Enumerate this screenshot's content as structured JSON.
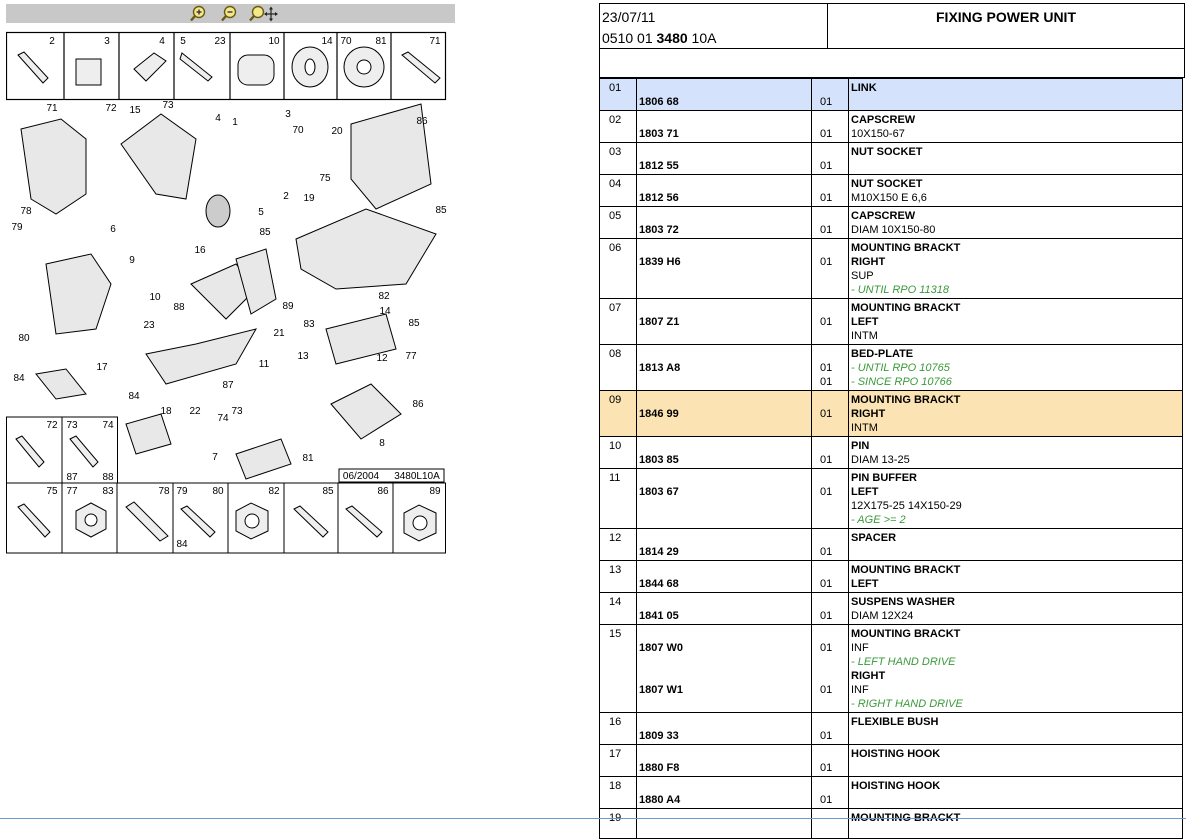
{
  "toolbar": {
    "icons": [
      "zoom-in-icon",
      "zoom-out-icon",
      "zoom-pan-icon"
    ]
  },
  "diagram": {
    "top_row": [
      "2",
      "3",
      "4",
      "5",
      "23",
      "10",
      "14",
      "70",
      "81",
      "71"
    ],
    "callouts": [
      "71",
      "72",
      "15",
      "73",
      "4",
      "1",
      "3",
      "70",
      "86",
      "20",
      "2",
      "5",
      "16",
      "9",
      "78",
      "79",
      "6",
      "75",
      "19",
      "85",
      "85",
      "10",
      "80",
      "23",
      "88",
      "89",
      "21",
      "82",
      "83",
      "14",
      "85",
      "12",
      "84",
      "17",
      "13",
      "77",
      "22",
      "18",
      "87",
      "11",
      "86",
      "74",
      "73",
      "7",
      "81",
      "8",
      "84"
    ],
    "drawing_ref_date": "06/2004",
    "drawing_ref_code": "3480L10A",
    "mid_left_box": [
      "72",
      "73",
      "74",
      "87",
      "88"
    ],
    "bottom_row": [
      "75",
      "77",
      "83",
      "78",
      "79",
      "80",
      "84",
      "82",
      "85",
      "86",
      "89"
    ]
  },
  "header": {
    "date": "23/07/11",
    "code_prefix": "0510 01 ",
    "code_bold": "3480",
    "code_suffix": " 10A",
    "title": "FIXING POWER UNIT"
  },
  "parts": [
    {
      "num": "01",
      "ref": [
        "",
        "1806 68"
      ],
      "qty": [
        "",
        "01"
      ],
      "desc": [
        {
          "t": "LINK",
          "s": "b"
        }
      ],
      "hl": "blue"
    },
    {
      "num": "02",
      "ref": [
        "",
        "1803 71"
      ],
      "qty": [
        "",
        "01"
      ],
      "desc": [
        {
          "t": "CAPSCREW",
          "s": "b"
        },
        {
          "t": "10X150-67",
          "s": ""
        }
      ]
    },
    {
      "num": "03",
      "ref": [
        "",
        "1812 55"
      ],
      "qty": [
        "",
        "01"
      ],
      "desc": [
        {
          "t": "NUT SOCKET",
          "s": "b"
        }
      ]
    },
    {
      "num": "04",
      "ref": [
        "",
        "1812 56"
      ],
      "qty": [
        "",
        "01"
      ],
      "desc": [
        {
          "t": "NUT SOCKET",
          "s": "b"
        },
        {
          "t": "M10X150 E 6,6",
          "s": ""
        }
      ]
    },
    {
      "num": "05",
      "ref": [
        "",
        "1803 72"
      ],
      "qty": [
        "",
        "01"
      ],
      "desc": [
        {
          "t": "CAPSCREW",
          "s": "b"
        },
        {
          "t": "DIAM 10X150-80",
          "s": ""
        }
      ]
    },
    {
      "num": "06",
      "ref": [
        "",
        "1839 H6"
      ],
      "qty": [
        "",
        "01"
      ],
      "desc": [
        {
          "t": "MOUNTING BRACKT",
          "s": "b"
        },
        {
          "t": "RIGHT",
          "s": "b"
        },
        {
          "t": "SUP",
          "s": ""
        },
        {
          "t": "- UNTIL RPO 11318",
          "s": "g"
        }
      ]
    },
    {
      "num": "07",
      "ref": [
        "",
        "1807 Z1"
      ],
      "qty": [
        "",
        "01"
      ],
      "desc": [
        {
          "t": "MOUNTING BRACKT",
          "s": "b"
        },
        {
          "t": "LEFT",
          "s": "b"
        },
        {
          "t": "INTM",
          "s": ""
        }
      ]
    },
    {
      "num": "08",
      "ref": [
        "",
        "1813 A8"
      ],
      "qty": [
        "",
        "01",
        "01"
      ],
      "desc": [
        {
          "t": "BED-PLATE",
          "s": "b"
        },
        {
          "t": "- UNTIL RPO 10765",
          "s": "g"
        },
        {
          "t": "- SINCE RPO 10766",
          "s": "g"
        }
      ]
    },
    {
      "num": "09",
      "ref": [
        "",
        "1846 99"
      ],
      "qty": [
        "",
        "01"
      ],
      "desc": [
        {
          "t": "MOUNTING BRACKT",
          "s": "b"
        },
        {
          "t": "RIGHT",
          "s": "b"
        },
        {
          "t": "INTM",
          "s": ""
        }
      ],
      "hl": "orange"
    },
    {
      "num": "10",
      "ref": [
        "",
        "1803 85"
      ],
      "qty": [
        "",
        "01"
      ],
      "desc": [
        {
          "t": "PIN",
          "s": "b"
        },
        {
          "t": "DIAM 13-25",
          "s": ""
        }
      ]
    },
    {
      "num": "11",
      "ref": [
        "",
        "1803 67"
      ],
      "qty": [
        "",
        "01"
      ],
      "desc": [
        {
          "t": "PIN BUFFER",
          "s": "b"
        },
        {
          "t": "LEFT",
          "s": "b"
        },
        {
          "t": "12X175-25 14X150-29",
          "s": ""
        },
        {
          "t": "- AGE >= 2",
          "s": "g"
        }
      ]
    },
    {
      "num": "12",
      "ref": [
        "",
        "1814 29"
      ],
      "qty": [
        "",
        "01"
      ],
      "desc": [
        {
          "t": "SPACER",
          "s": "b"
        }
      ]
    },
    {
      "num": "13",
      "ref": [
        "",
        "1844 68"
      ],
      "qty": [
        "",
        "01"
      ],
      "desc": [
        {
          "t": "MOUNTING BRACKT",
          "s": "b"
        },
        {
          "t": "LEFT",
          "s": "b"
        }
      ]
    },
    {
      "num": "14",
      "ref": [
        "",
        "1841 05"
      ],
      "qty": [
        "",
        "01"
      ],
      "desc": [
        {
          "t": "SUSPENS WASHER",
          "s": "b"
        },
        {
          "t": "DIAM 12X24",
          "s": ""
        }
      ]
    },
    {
      "num": "15",
      "ref": [
        "",
        "1807 W0",
        "",
        "",
        "1807 W1"
      ],
      "qty": [
        "",
        "01",
        "",
        "",
        "01"
      ],
      "desc": [
        {
          "t": "MOUNTING BRACKT",
          "s": "b"
        },
        {
          "t": "INF",
          "s": ""
        },
        {
          "t": "- LEFT HAND DRIVE",
          "s": "g"
        },
        {
          "t": "RIGHT",
          "s": "b"
        },
        {
          "t": "INF",
          "s": ""
        },
        {
          "t": "- RIGHT HAND DRIVE",
          "s": "g"
        }
      ]
    },
    {
      "num": "16",
      "ref": [
        "",
        "1809 33"
      ],
      "qty": [
        "",
        "01"
      ],
      "desc": [
        {
          "t": "FLEXIBLE BUSH",
          "s": "b"
        }
      ]
    },
    {
      "num": "17",
      "ref": [
        "",
        "1880 F8"
      ],
      "qty": [
        "",
        "01"
      ],
      "desc": [
        {
          "t": "HOISTING HOOK",
          "s": "b"
        }
      ]
    },
    {
      "num": "18",
      "ref": [
        "",
        "1880 A4"
      ],
      "qty": [
        "",
        "01"
      ],
      "desc": [
        {
          "t": "HOISTING HOOK",
          "s": "b"
        }
      ]
    },
    {
      "num": "19",
      "ref": [
        ""
      ],
      "qty": [
        ""
      ],
      "desc": [
        {
          "t": "MOUNTING BRACKT",
          "s": "b"
        }
      ]
    }
  ]
}
